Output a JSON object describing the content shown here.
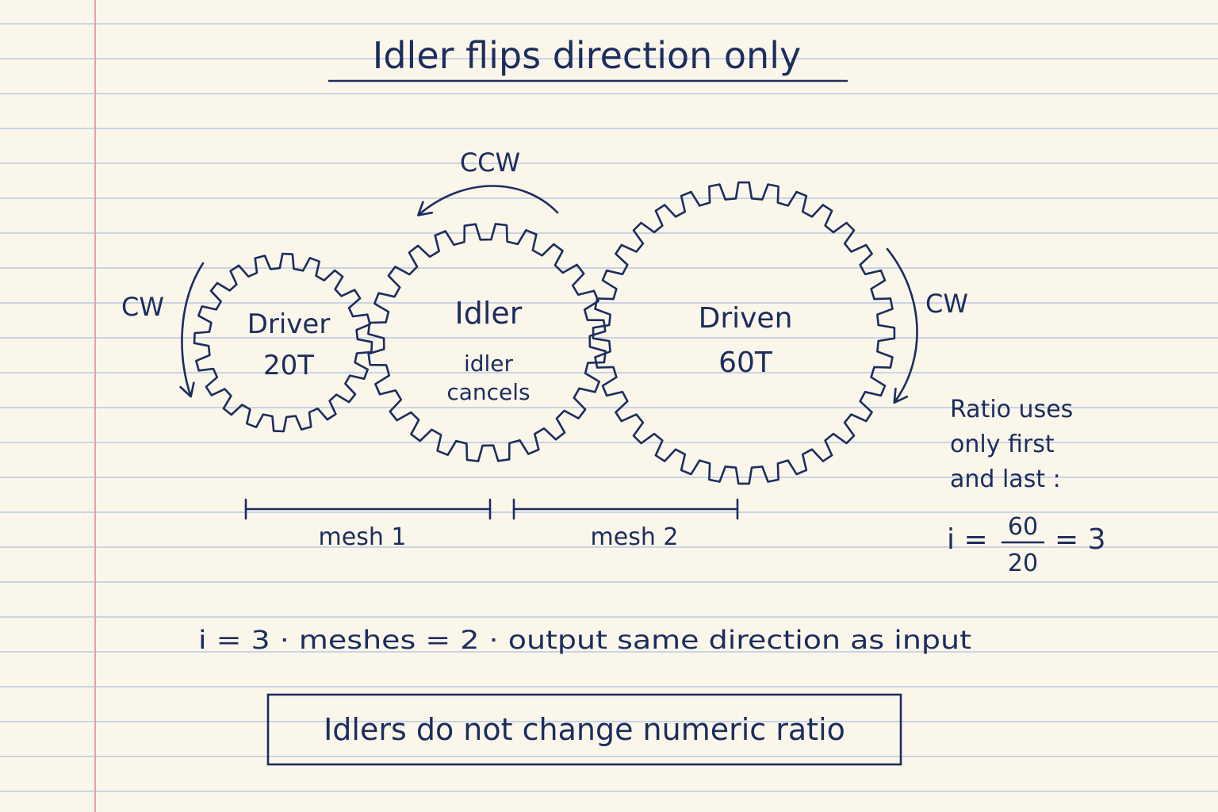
{
  "title": "Idler flips direction only",
  "colors": {
    "paper": "#fbf6ea",
    "ink": "#1c2d5e",
    "rule_line": "#b9c8e3",
    "margin_line": "#e8a0a6"
  },
  "gears": {
    "driver": {
      "name": "Driver",
      "teeth_label": "20T",
      "teeth": 20
    },
    "idler": {
      "name": "Idler",
      "note_line1": "idler",
      "note_line2": "cancels",
      "teeth": 24
    },
    "driven": {
      "name": "Driven",
      "teeth_label": "60T",
      "teeth": 32
    }
  },
  "rotation": {
    "driver": "CW",
    "idler": "CCW",
    "driven": "CW"
  },
  "meshes": {
    "mesh1": "mesh 1",
    "mesh2": "mesh 2"
  },
  "side_note": {
    "line1": "Ratio uses",
    "line2": "only first",
    "line3": "and last :",
    "formula_lhs": "i =",
    "numerator": "60",
    "denominator": "20",
    "formula_rhs": "= 3"
  },
  "summary": "i = 3 · meshes = 2 · output same direction as input",
  "conclusion": "Idlers do not change numeric ratio"
}
